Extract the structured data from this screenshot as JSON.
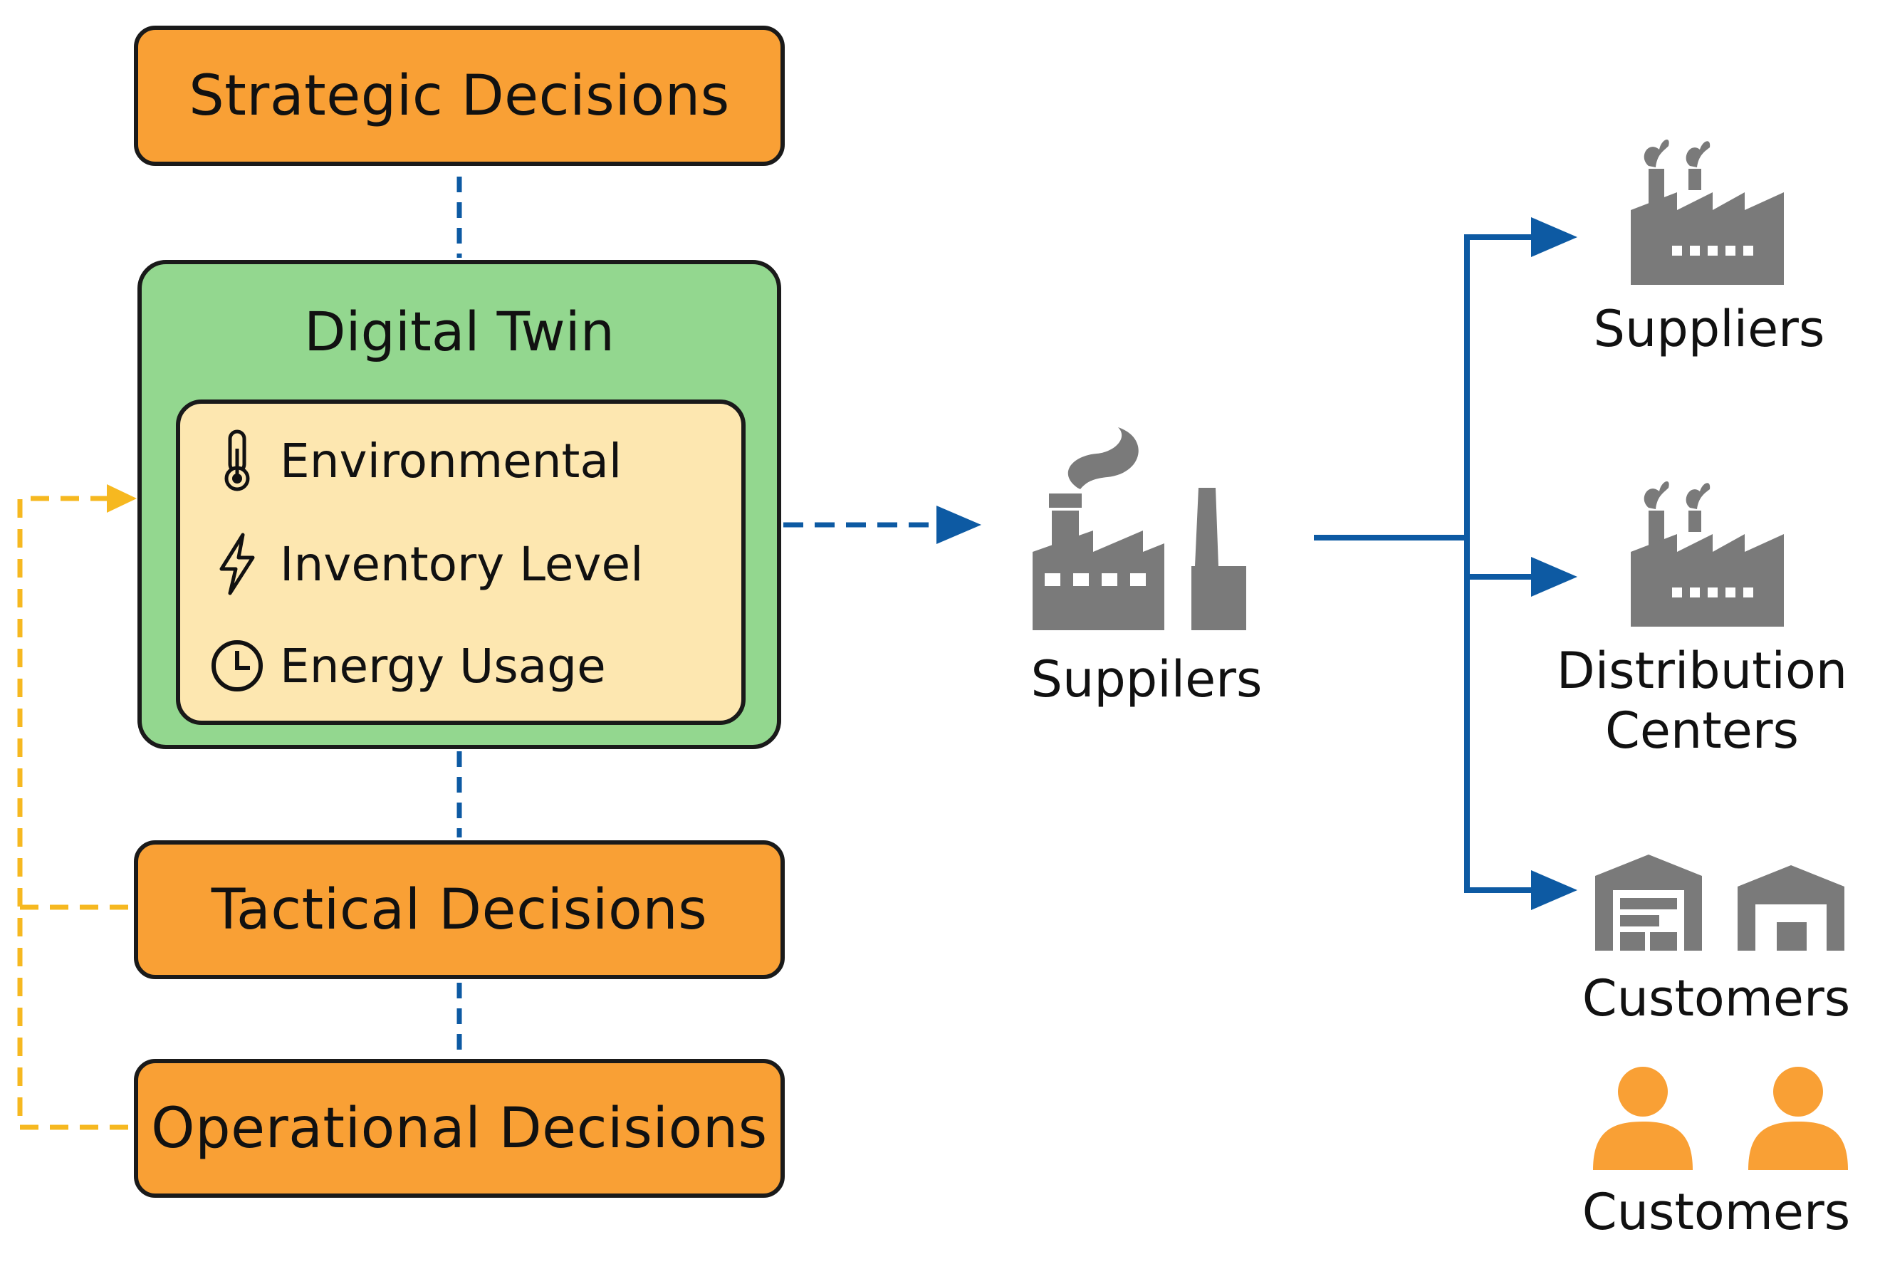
{
  "decisions": {
    "strategic": "Strategic Decisions",
    "tactical": "Tactical Decisions",
    "operational": "Operational Decisions"
  },
  "digital_twin": {
    "title": "Digital Twin",
    "factors": [
      {
        "label": "Environmental",
        "icon": "thermometer-icon"
      },
      {
        "label": "Inventory Level",
        "icon": "lightning-icon"
      },
      {
        "label": "Energy Usage",
        "icon": "clock-icon"
      }
    ]
  },
  "network": {
    "center": {
      "label": "Suppilers",
      "icon": "factory-icon"
    },
    "outputs": [
      {
        "label": "Suppliers",
        "icon": "factory-icon"
      },
      {
        "label": "Distribution Centers",
        "icon": "factory-icon"
      },
      {
        "label": "Customers",
        "icon": "warehouse-icon"
      },
      {
        "label": "Customers",
        "icon": "person-icon"
      }
    ]
  },
  "colors": {
    "decision_fill": "#f9a035",
    "twin_fill": "#93d78f",
    "factor_fill": "#fde7b0",
    "blue_arrow": "#0d5aa3",
    "yellow_arrow": "#f6b820",
    "icon_gray": "#7a7a7a",
    "person_orange": "#f9a035"
  }
}
